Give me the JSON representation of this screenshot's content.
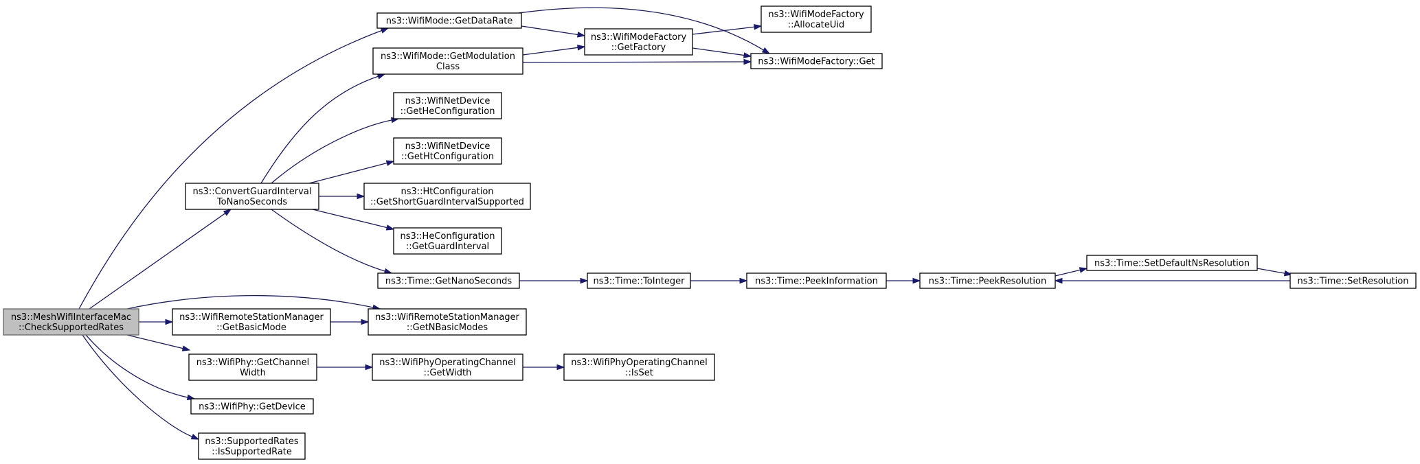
{
  "nodes": [
    {
      "id": "root",
      "lines": [
        "ns3::MeshWifiInterfaceMac",
        "::CheckSupportedRates"
      ]
    },
    {
      "id": "getDataRate",
      "lines": [
        "ns3::WifiMode::GetDataRate"
      ]
    },
    {
      "id": "getModClass",
      "lines": [
        "ns3::WifiMode::GetModulation",
        "Class"
      ]
    },
    {
      "id": "modeFactoryGetFactory",
      "lines": [
        "ns3::WifiModeFactory",
        "::GetFactory"
      ]
    },
    {
      "id": "allocateUid",
      "lines": [
        "ns3::WifiModeFactory",
        "::AllocateUid"
      ]
    },
    {
      "id": "modeFactoryGet",
      "lines": [
        "ns3::WifiModeFactory::Get"
      ]
    },
    {
      "id": "convertGI",
      "lines": [
        "ns3::ConvertGuardInterval",
        "ToNanoSeconds"
      ]
    },
    {
      "id": "getHeConfig",
      "lines": [
        "ns3::WifiNetDevice",
        "::GetHeConfiguration"
      ]
    },
    {
      "id": "getHtConfig",
      "lines": [
        "ns3::WifiNetDevice",
        "::GetHtConfiguration"
      ]
    },
    {
      "id": "shortGI",
      "lines": [
        "ns3::HtConfiguration",
        "::GetShortGuardIntervalSupported"
      ]
    },
    {
      "id": "heGuard",
      "lines": [
        "ns3::HeConfiguration",
        "::GetGuardInterval"
      ]
    },
    {
      "id": "getNano",
      "lines": [
        "ns3::Time::GetNanoSeconds"
      ]
    },
    {
      "id": "toInteger",
      "lines": [
        "ns3::Time::ToInteger"
      ]
    },
    {
      "id": "peekInfo",
      "lines": [
        "ns3::Time::PeekInformation"
      ]
    },
    {
      "id": "peekRes",
      "lines": [
        "ns3::Time::PeekResolution"
      ]
    },
    {
      "id": "setDefaultNs",
      "lines": [
        "ns3::Time::SetDefaultNsResolution"
      ]
    },
    {
      "id": "setRes",
      "lines": [
        "ns3::Time::SetResolution"
      ]
    },
    {
      "id": "getBasicMode",
      "lines": [
        "ns3::WifiRemoteStationManager",
        "::GetBasicMode"
      ]
    },
    {
      "id": "getNBasicModes",
      "lines": [
        "ns3::WifiRemoteStationManager",
        "::GetNBasicModes"
      ]
    },
    {
      "id": "channelWidth",
      "lines": [
        "ns3::WifiPhy::GetChannel",
        "Width"
      ]
    },
    {
      "id": "opChanGetWidth",
      "lines": [
        "ns3::WifiPhyOperatingChannel",
        "::GetWidth"
      ]
    },
    {
      "id": "opChanIsSet",
      "lines": [
        "ns3::WifiPhyOperatingChannel",
        "::IsSet"
      ]
    },
    {
      "id": "getDevice",
      "lines": [
        "ns3::WifiPhy::GetDevice"
      ]
    },
    {
      "id": "isSupportedRate",
      "lines": [
        "ns3::SupportedRates",
        "::IsSupportedRate"
      ]
    }
  ],
  "edges": [
    {
      "from": "root",
      "to": "getDataRate"
    },
    {
      "from": "root",
      "to": "convertGI"
    },
    {
      "from": "root",
      "to": "getNBasicModes"
    },
    {
      "from": "root",
      "to": "getBasicMode"
    },
    {
      "from": "root",
      "to": "channelWidth"
    },
    {
      "from": "root",
      "to": "getDevice"
    },
    {
      "from": "root",
      "to": "isSupportedRate"
    },
    {
      "from": "getDataRate",
      "to": "modeFactoryGetFactory"
    },
    {
      "from": "getDataRate",
      "to": "modeFactoryGet"
    },
    {
      "from": "getModClass",
      "to": "modeFactoryGetFactory"
    },
    {
      "from": "getModClass",
      "to": "modeFactoryGet"
    },
    {
      "from": "modeFactoryGetFactory",
      "to": "allocateUid"
    },
    {
      "from": "modeFactoryGetFactory",
      "to": "modeFactoryGet"
    },
    {
      "from": "convertGI",
      "to": "getModClass"
    },
    {
      "from": "convertGI",
      "to": "getHeConfig"
    },
    {
      "from": "convertGI",
      "to": "getHtConfig"
    },
    {
      "from": "convertGI",
      "to": "shortGI"
    },
    {
      "from": "convertGI",
      "to": "heGuard"
    },
    {
      "from": "convertGI",
      "to": "getNano"
    },
    {
      "from": "getNano",
      "to": "toInteger"
    },
    {
      "from": "toInteger",
      "to": "peekInfo"
    },
    {
      "from": "peekInfo",
      "to": "peekRes"
    },
    {
      "from": "peekRes",
      "to": "setDefaultNs"
    },
    {
      "from": "setDefaultNs",
      "to": "setRes"
    },
    {
      "from": "setRes",
      "to": "peekRes"
    },
    {
      "from": "getBasicMode",
      "to": "getNBasicModes"
    },
    {
      "from": "channelWidth",
      "to": "opChanGetWidth"
    },
    {
      "from": "opChanGetWidth",
      "to": "opChanIsSet"
    }
  ]
}
